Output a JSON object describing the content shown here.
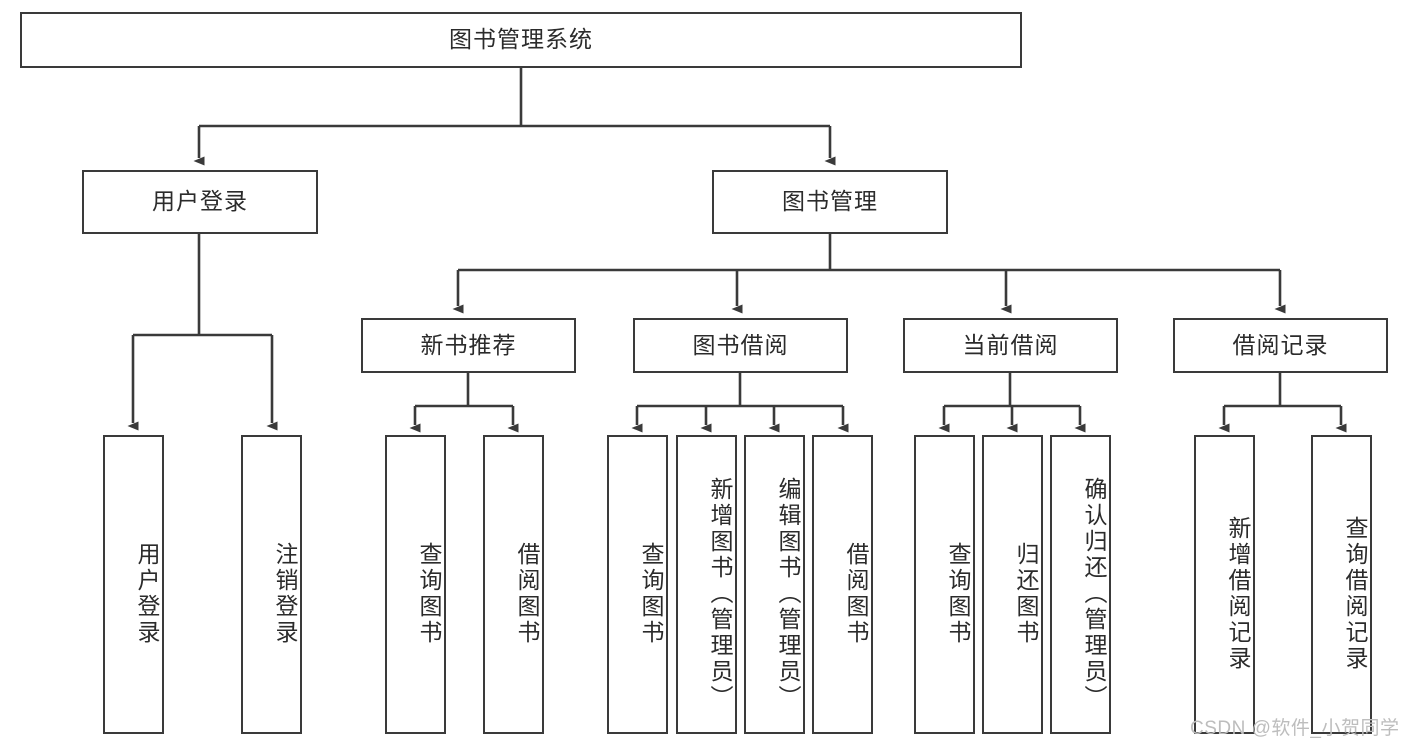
{
  "diagram": {
    "title": "图书管理系统",
    "type": "hierarchy-tree",
    "watermark": "CSDN @软件_小贺同学",
    "colors": {
      "box_border": "#3a3a3a",
      "box_fill": "#ffffff",
      "edge": "#3a3a3a",
      "text": "#2b2b2b",
      "watermark": "#bdbdbd",
      "background": "#ffffff"
    },
    "levels": {
      "root": {
        "label": "图书管理系统"
      },
      "level2": [
        {
          "id": "user-login",
          "label": "用户登录"
        },
        {
          "id": "book-manage",
          "label": "图书管理"
        }
      ],
      "level3": [
        {
          "id": "new-book-recommend",
          "label": "新书推荐",
          "parent": "book-manage"
        },
        {
          "id": "book-borrow",
          "label": "图书借阅",
          "parent": "book-manage"
        },
        {
          "id": "current-borrow",
          "label": "当前借阅",
          "parent": "book-manage"
        },
        {
          "id": "borrow-record",
          "label": "借阅记录",
          "parent": "book-manage"
        }
      ],
      "leaves": [
        {
          "id": "leaf-user-login",
          "label": "用户登录",
          "parent": "user-login"
        },
        {
          "id": "leaf-logout",
          "label": "注销登录",
          "parent": "user-login"
        },
        {
          "id": "leaf-query-book-1",
          "label": "查询图书",
          "parent": "new-book-recommend"
        },
        {
          "id": "leaf-borrow-book-1",
          "label": "借阅图书",
          "parent": "new-book-recommend"
        },
        {
          "id": "leaf-query-book-2",
          "label": "查询图书",
          "parent": "book-borrow"
        },
        {
          "id": "leaf-add-book",
          "label": "新增图书（管理员）",
          "parent": "book-borrow"
        },
        {
          "id": "leaf-edit-book",
          "label": "编辑图书（管理员）",
          "parent": "book-borrow"
        },
        {
          "id": "leaf-borrow-book-2",
          "label": "借阅图书",
          "parent": "book-borrow"
        },
        {
          "id": "leaf-query-book-3",
          "label": "查询图书",
          "parent": "current-borrow"
        },
        {
          "id": "leaf-return-book",
          "label": "归还图书",
          "parent": "current-borrow"
        },
        {
          "id": "leaf-confirm-return",
          "label": "确认归还（管理员）",
          "parent": "current-borrow"
        },
        {
          "id": "leaf-add-record",
          "label": "新增借阅记录",
          "parent": "borrow-record"
        },
        {
          "id": "leaf-query-record",
          "label": "查询借阅记录",
          "parent": "borrow-record"
        }
      ]
    }
  }
}
